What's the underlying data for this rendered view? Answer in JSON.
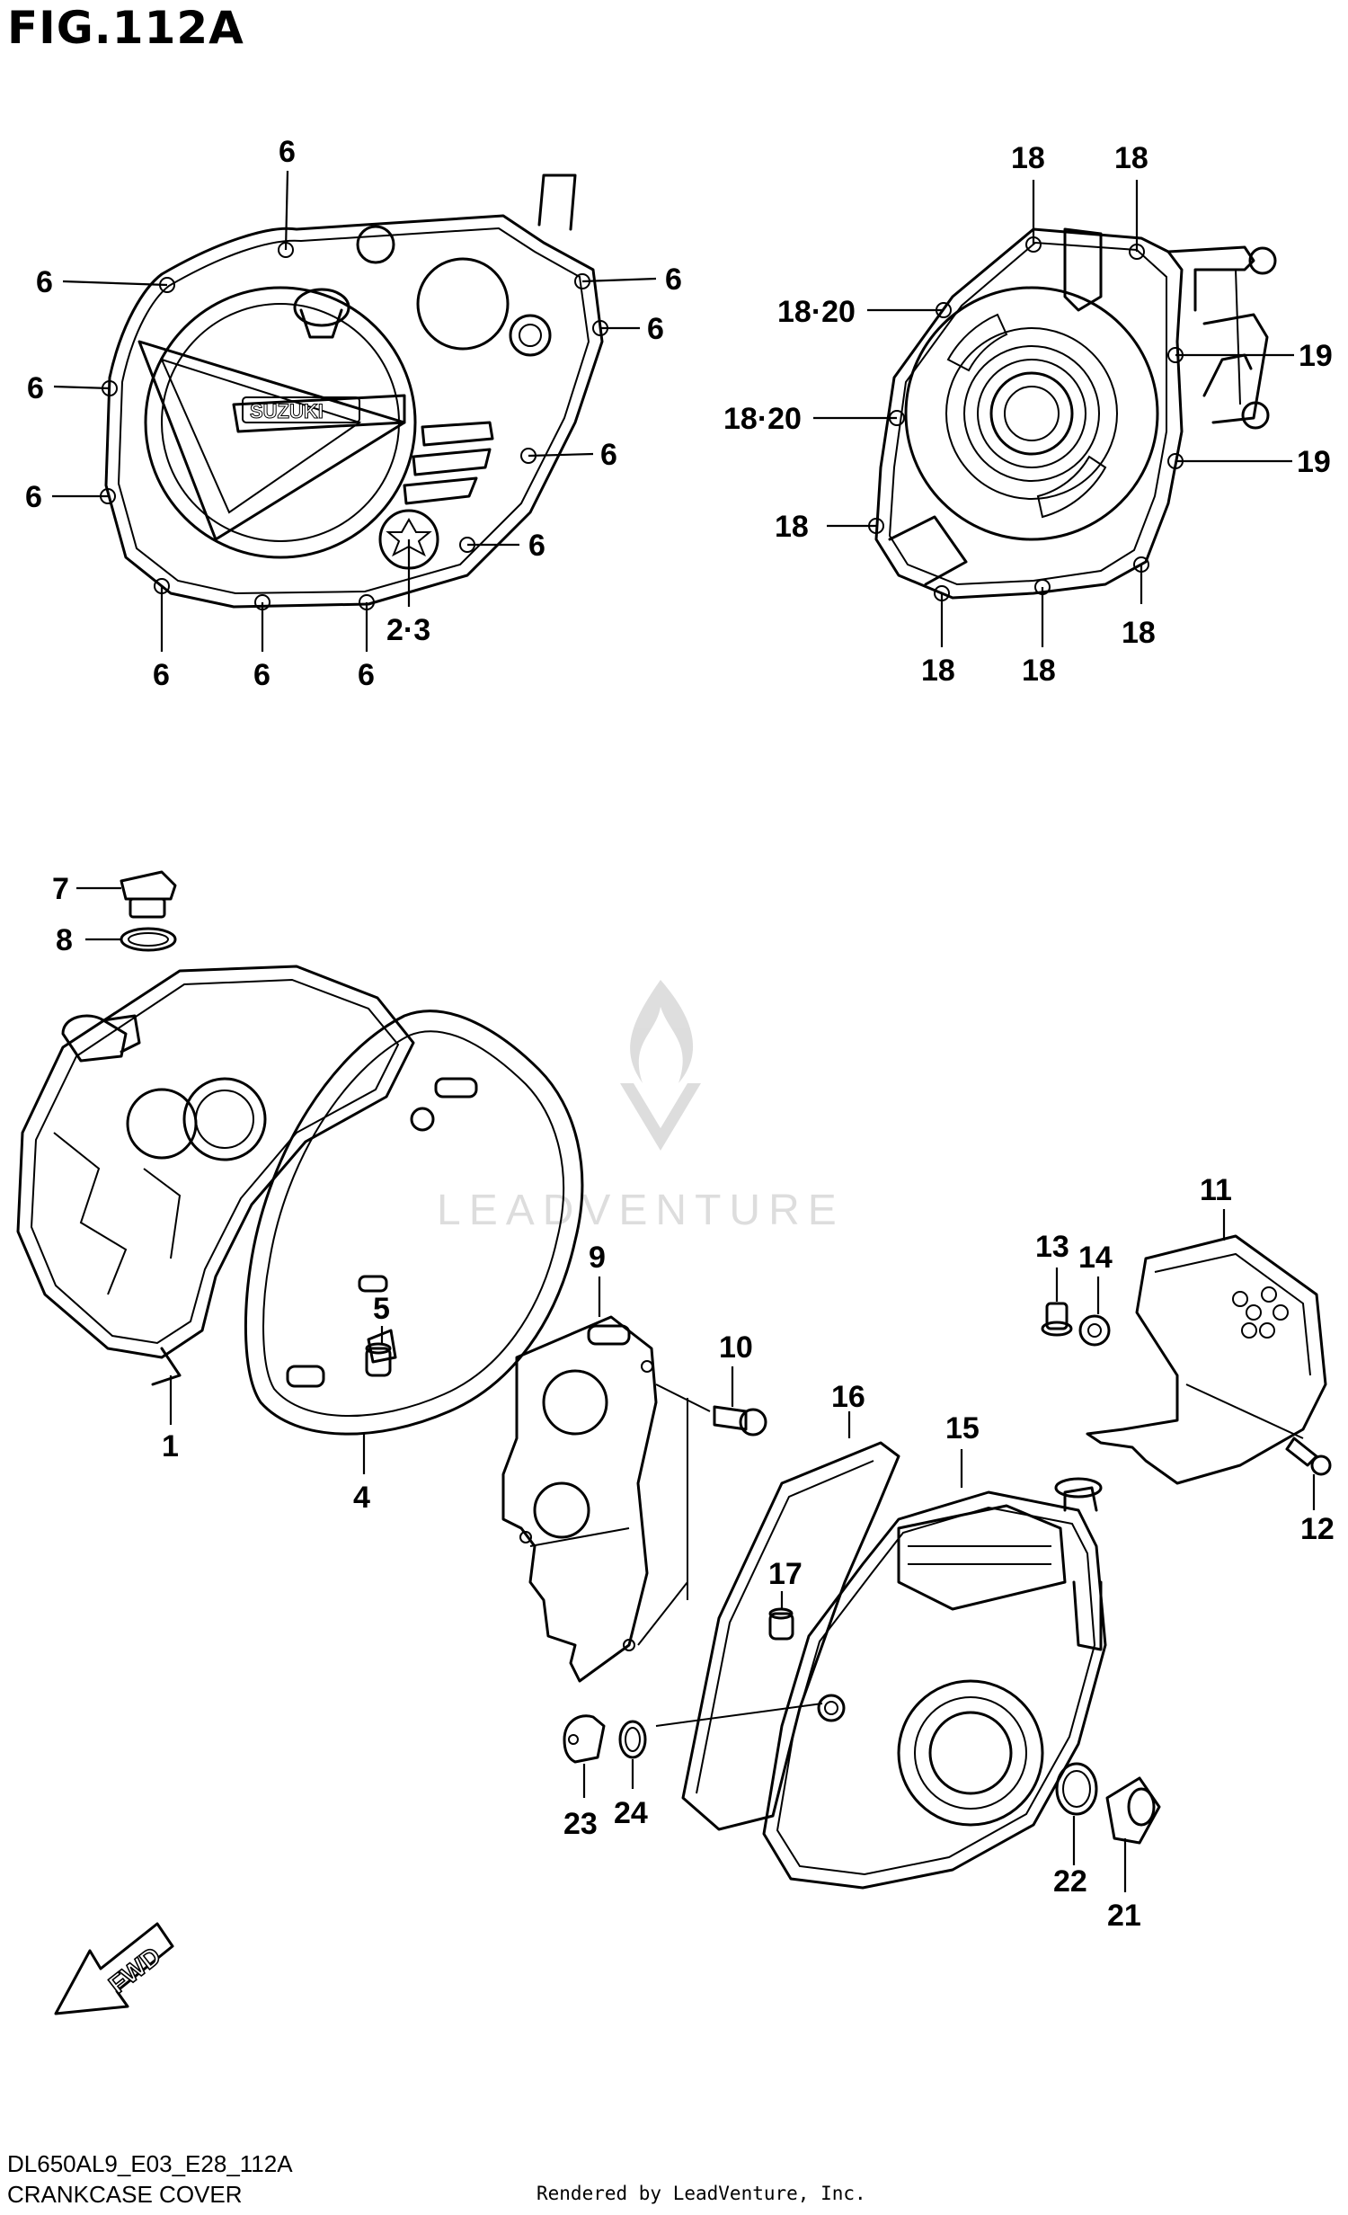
{
  "header": {
    "figure": "FIG.112A"
  },
  "footer": {
    "code": "DL650AL9_E03_E28_112A",
    "caption": "CRANKCASE COVER",
    "rendered": "Rendered by LeadVenture, Inc."
  },
  "watermark": {
    "text": "LEADVENTURE"
  },
  "brand": {
    "cover_logo": "SUZUKI"
  },
  "fwd": {
    "text": "FWD"
  },
  "callouts": {
    "c6a": "6",
    "c6b": "6",
    "c6c": "6",
    "c6d": "6",
    "c6e": "6",
    "c6f": "6",
    "c6g": "6",
    "c6h": "6",
    "c6i": "6",
    "c6j": "6",
    "c6k": "6",
    "c23": "2·3",
    "c18a": "18",
    "c18b": "18",
    "c1820a": "18·20",
    "c1820b": "18·20",
    "c18c": "18",
    "c18d": "18",
    "c18e": "18",
    "c18f": "18",
    "c19a": "19",
    "c19b": "19",
    "c7": "7",
    "c8": "8",
    "c1": "1",
    "c4": "4",
    "c5": "5",
    "c9": "9",
    "c10": "10",
    "c11": "11",
    "c12": "12",
    "c13": "13",
    "c14": "14",
    "c15": "15",
    "c16": "16",
    "c17": "17",
    "c21": "21",
    "c22": "22",
    "c23b": "23",
    "c24": "24"
  }
}
